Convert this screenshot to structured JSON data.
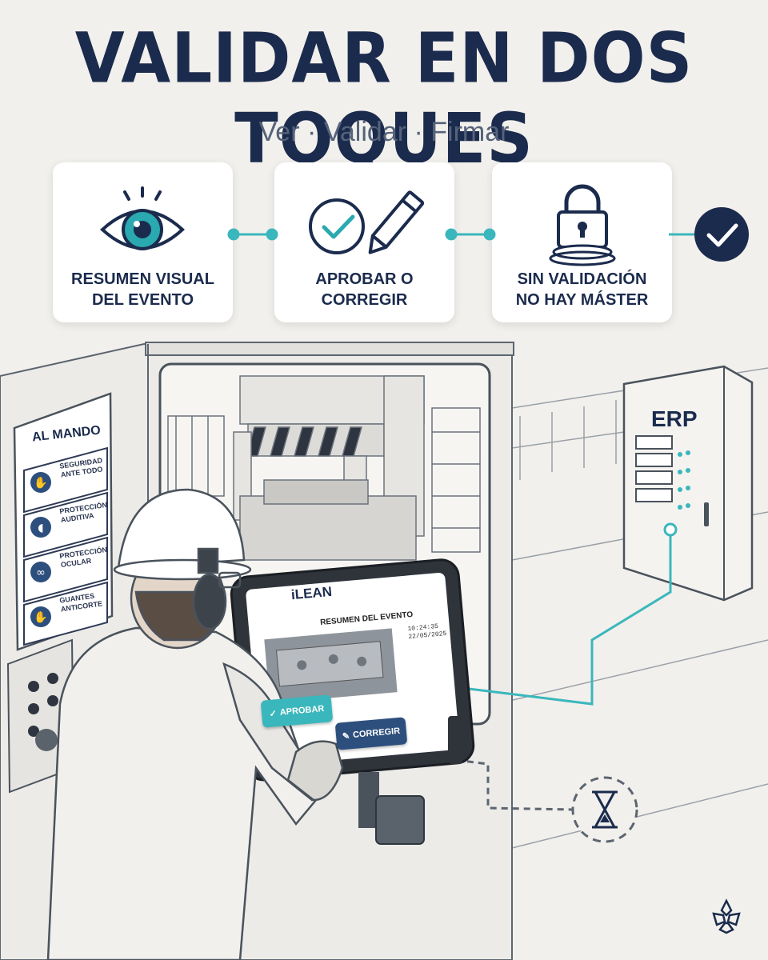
{
  "header": {
    "title": "VALIDAR EN DOS TOQUES",
    "subtitle": "Ver · Validar · Firmar"
  },
  "steps": [
    {
      "icon": "eye-icon",
      "label": "RESUMEN VISUAL\nDEL EVENTO"
    },
    {
      "icon": "check-and-pencil-icon",
      "label": "APROBAR O\nCORREGIR"
    },
    {
      "icon": "padlock-icon",
      "label": "SIN VALIDACIÓN\nNO HAY MÁSTER"
    }
  ],
  "final_step_icon": "check-circle-icon",
  "tablet": {
    "brand": "iLEAN",
    "screen_title": "RESUMEN DEL EVENTO",
    "time": "10:24:35",
    "date": "22/05/2025",
    "approve_label": "APROBAR",
    "correct_label": "CORREGIR"
  },
  "safety_panel": {
    "title": "AL MANDO",
    "items": [
      {
        "icon": "hand-icon",
        "label": "SEGURIDAD\nANTE TODO"
      },
      {
        "icon": "ear-icon",
        "label": "PROTECCIÓN\nAUDITIVA"
      },
      {
        "icon": "glasses-icon",
        "label": "PROTECCIÓN\nOCULAR"
      },
      {
        "icon": "glove-icon",
        "label": "GUANTES\nANTICORTE"
      }
    ]
  },
  "erp": {
    "label": "ERP"
  },
  "pending_icon": "hourglass-icon",
  "colors": {
    "navy": "#1b2b4d",
    "teal": "#3ab7bc",
    "accent_blue": "#2d4f7d",
    "background": "#f2f0ec"
  }
}
